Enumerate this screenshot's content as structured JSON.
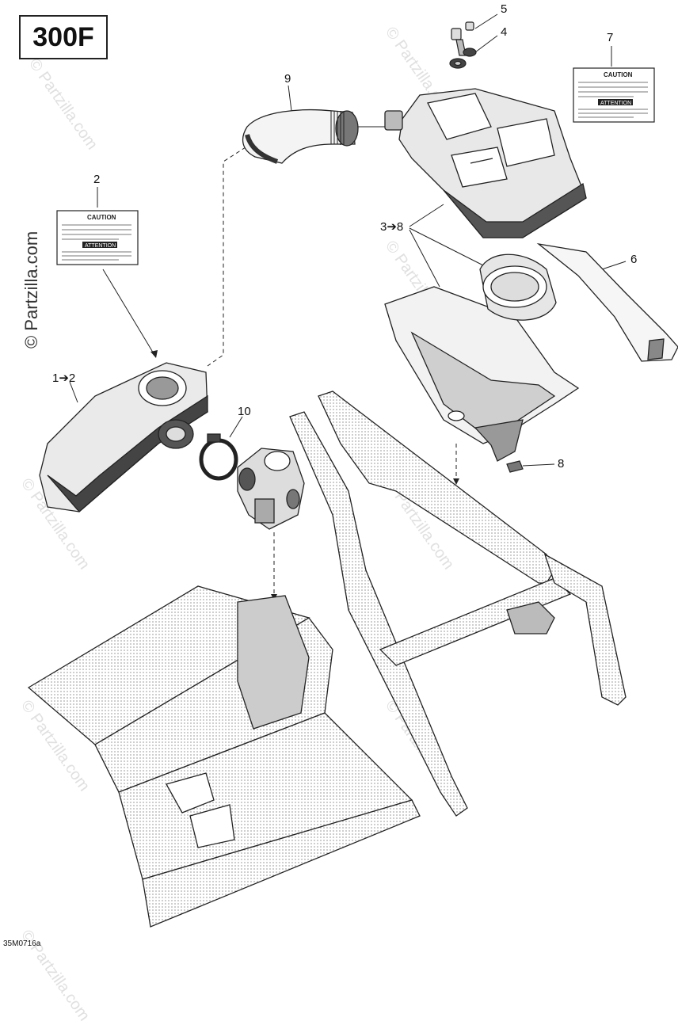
{
  "model_label": "300F",
  "reference_code": "35M0716a",
  "watermark": "© Partzilla.com",
  "callouts": {
    "c5": "5",
    "c4": "4",
    "c7": "7",
    "c9": "9",
    "c2": "2",
    "c3to8": "3➔8",
    "c6": "6",
    "c1to2": "1➔2",
    "c10": "10",
    "c8": "8"
  },
  "decals": {
    "caution_title": "CAUTION",
    "attention_title": "ATTENTION"
  },
  "colors": {
    "line": "#222222",
    "fill_dark": "#3a3a3a",
    "fill_mid": "#9a9a9a",
    "fill_light": "#dcdcdc",
    "watermark": "#e0e0e0"
  }
}
